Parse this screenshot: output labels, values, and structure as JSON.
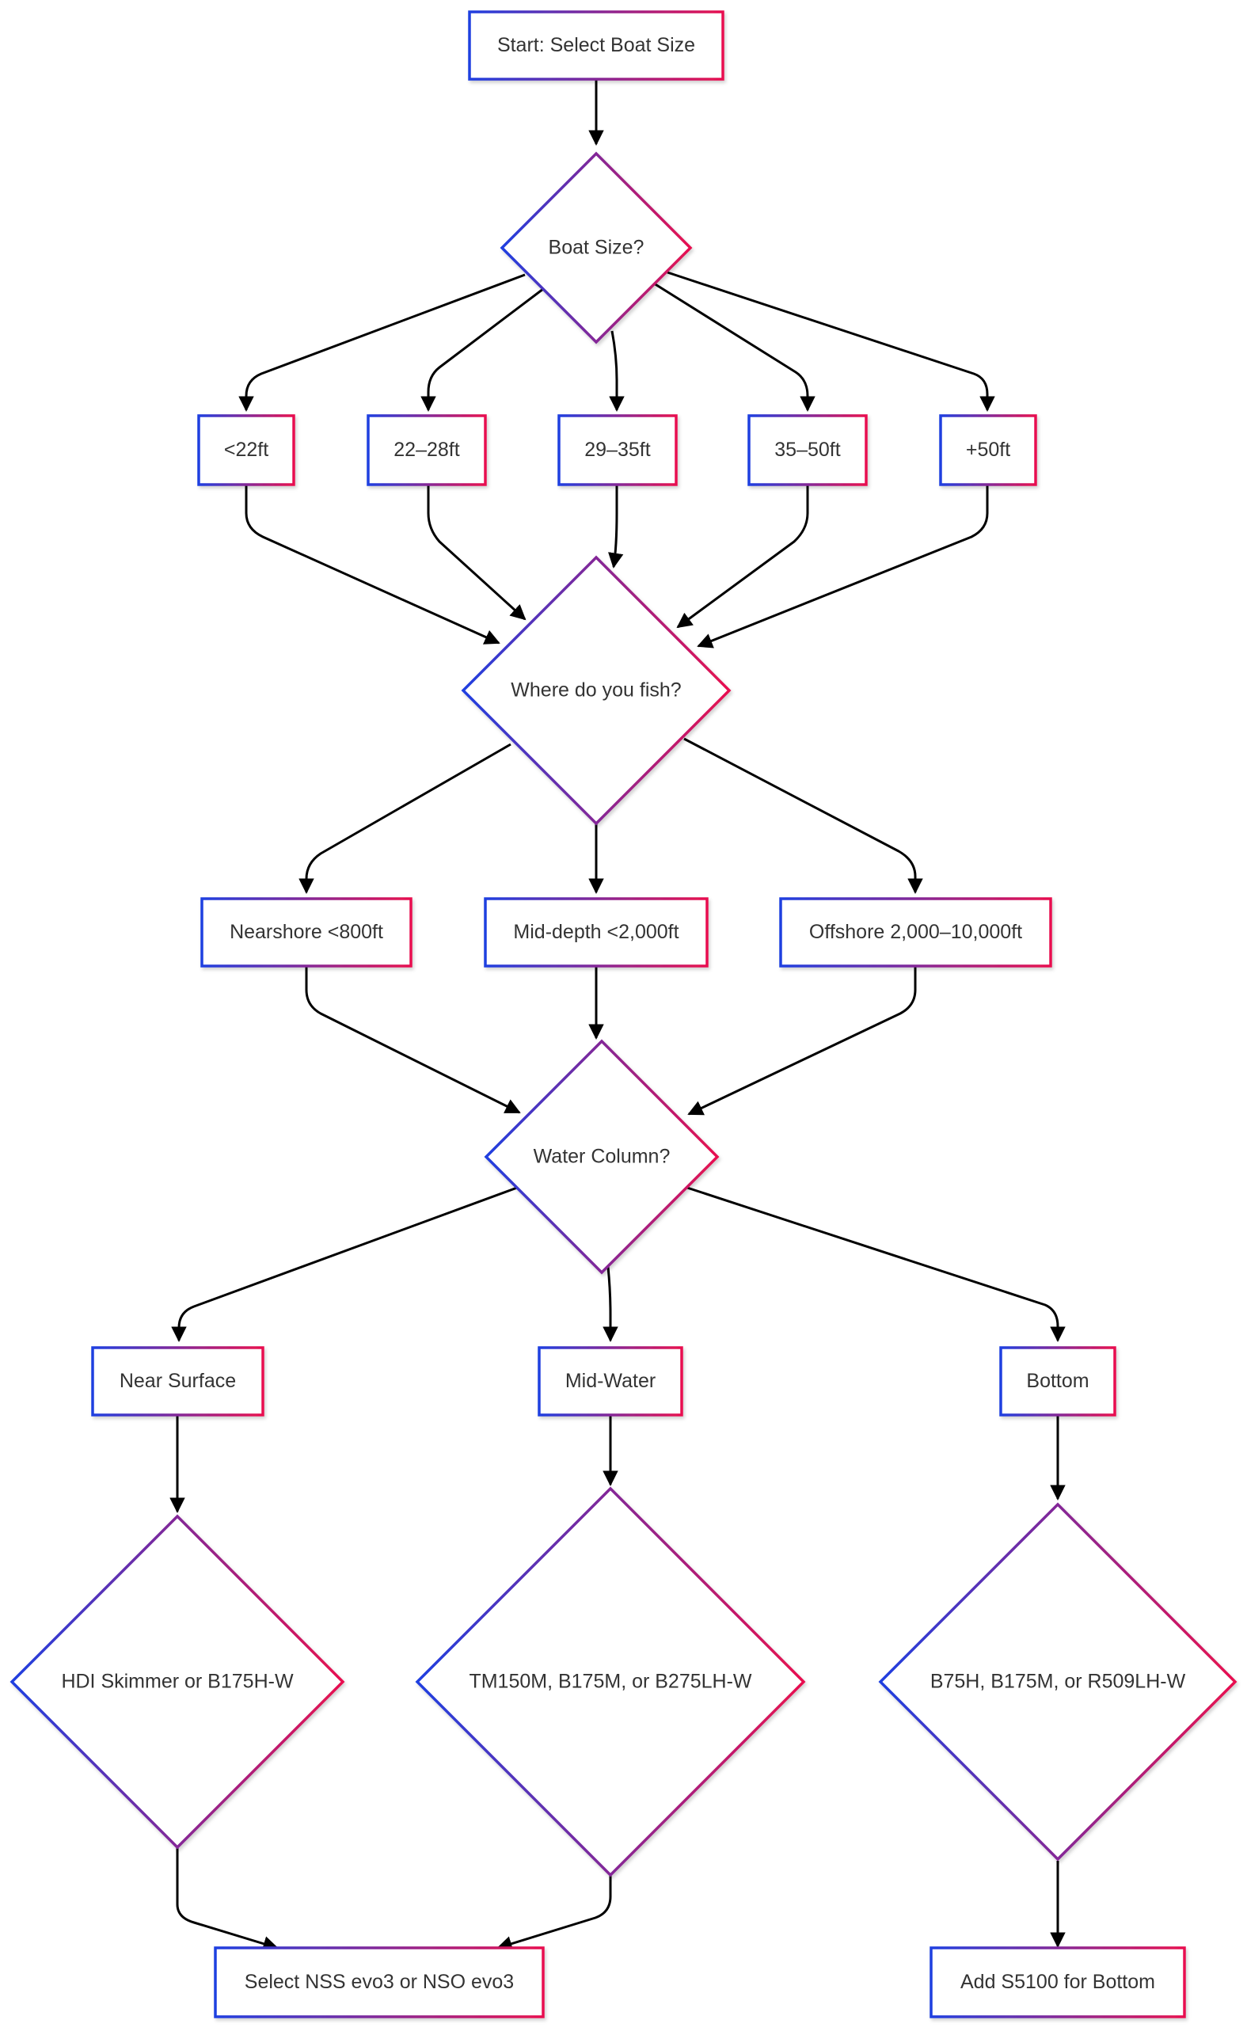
{
  "gradient": {
    "start": "#1f3fe0",
    "end": "#e8104f"
  },
  "edge_color": "#000000",
  "nodes": [
    {
      "id": "start",
      "shape": "rect",
      "label": "Start: Select Boat Size"
    },
    {
      "id": "boat_size",
      "shape": "diamond",
      "label": "Boat Size?"
    },
    {
      "id": "lt22",
      "shape": "rect",
      "label": "<22ft"
    },
    {
      "id": "s22_28",
      "shape": "rect",
      "label": "22–28ft"
    },
    {
      "id": "s29_35",
      "shape": "rect",
      "label": "29–35ft"
    },
    {
      "id": "s35_50",
      "shape": "rect",
      "label": "35–50ft"
    },
    {
      "id": "gt50",
      "shape": "rect",
      "label": "+50ft"
    },
    {
      "id": "where_fish",
      "shape": "diamond",
      "label": "Where do you fish?"
    },
    {
      "id": "nearshore",
      "shape": "rect",
      "label": "Nearshore <800ft"
    },
    {
      "id": "middepth",
      "shape": "rect",
      "label": "Mid-depth <2,000ft"
    },
    {
      "id": "offshore",
      "shape": "rect",
      "label": "Offshore 2,000–10,000ft"
    },
    {
      "id": "water_column",
      "shape": "diamond",
      "label": "Water Column?"
    },
    {
      "id": "near_surface",
      "shape": "rect",
      "label": "Near Surface"
    },
    {
      "id": "mid_water",
      "shape": "rect",
      "label": "Mid-Water"
    },
    {
      "id": "bottom",
      "shape": "rect",
      "label": "Bottom"
    },
    {
      "id": "hdi",
      "shape": "diamond",
      "label": "HDI Skimmer or B175H-W"
    },
    {
      "id": "tm150",
      "shape": "diamond",
      "label": "TM150M, B175M, or B275LH-W"
    },
    {
      "id": "b75h",
      "shape": "diamond",
      "label": "B75H, B175M, or R509LH-W"
    },
    {
      "id": "select_nss",
      "shape": "rect",
      "label": "Select NSS evo3 or NSO evo3"
    },
    {
      "id": "add_s5100",
      "shape": "rect",
      "label": "Add S5100 for Bottom"
    }
  ],
  "edges": [
    {
      "from": "start",
      "to": "boat_size"
    },
    {
      "from": "boat_size",
      "to": "lt22"
    },
    {
      "from": "boat_size",
      "to": "s22_28"
    },
    {
      "from": "boat_size",
      "to": "s29_35"
    },
    {
      "from": "boat_size",
      "to": "s35_50"
    },
    {
      "from": "boat_size",
      "to": "gt50"
    },
    {
      "from": "lt22",
      "to": "where_fish"
    },
    {
      "from": "s22_28",
      "to": "where_fish"
    },
    {
      "from": "s29_35",
      "to": "where_fish"
    },
    {
      "from": "s35_50",
      "to": "where_fish"
    },
    {
      "from": "gt50",
      "to": "where_fish"
    },
    {
      "from": "where_fish",
      "to": "nearshore"
    },
    {
      "from": "where_fish",
      "to": "middepth"
    },
    {
      "from": "where_fish",
      "to": "offshore"
    },
    {
      "from": "nearshore",
      "to": "water_column"
    },
    {
      "from": "middepth",
      "to": "water_column"
    },
    {
      "from": "offshore",
      "to": "water_column"
    },
    {
      "from": "water_column",
      "to": "near_surface"
    },
    {
      "from": "water_column",
      "to": "mid_water"
    },
    {
      "from": "water_column",
      "to": "bottom"
    },
    {
      "from": "near_surface",
      "to": "hdi"
    },
    {
      "from": "mid_water",
      "to": "tm150"
    },
    {
      "from": "bottom",
      "to": "b75h"
    },
    {
      "from": "hdi",
      "to": "select_nss"
    },
    {
      "from": "tm150",
      "to": "select_nss"
    },
    {
      "from": "b75h",
      "to": "add_s5100"
    }
  ]
}
